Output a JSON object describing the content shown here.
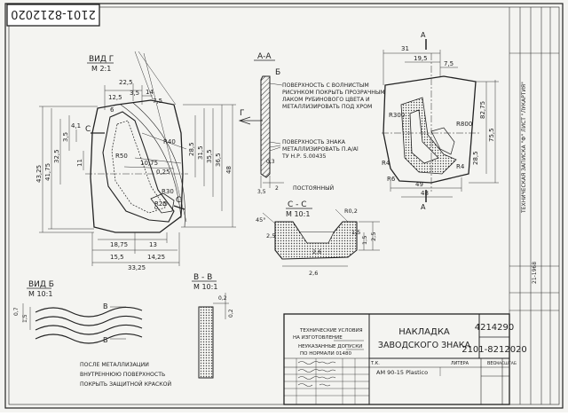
{
  "corner_stamp": "2101-8212020",
  "views": {
    "vid_g": {
      "title": "ВИД Г",
      "scale": "М 2:1"
    },
    "section_aa": {
      "title": "А-А"
    },
    "section_cc": {
      "title": "С - С",
      "scale": "М 10:1"
    },
    "vid_b": {
      "title": "ВИД Б",
      "scale": "М 10:1"
    },
    "section_vv": {
      "title": "В - В",
      "scale": "М 10:1"
    }
  },
  "notes": {
    "surface_wavy": [
      "ПОВЕРХНОСТЬ С ВОЛНИСТЫМ",
      "РИСУНКОМ ПОКРЫТЬ ПРОЗРАЧНЫМ",
      "ЛАКОМ РУБИНОВОГО ЦВЕТА И",
      "МЕТАЛЛИЗИРОВАТЬ ПОД ХРОМ"
    ],
    "surface_sign": [
      "ПОВЕРХНОСТЬ ЗНАКА",
      "МЕТАЛЛИЗИРОВАТЬ П.А/Al",
      "ТУ Н.Р. 5.00435"
    ],
    "constant": "ПОСТОЯННЫЙ",
    "after_metal": [
      "ПОСЛЕ МЕТАЛЛИЗАЦИИ",
      "ВНУТРЕННЮЮ ПОВЕРХНОСТЬ",
      "ПОКРЫТЬ ЗАЩИТНОЙ КРАСКОЙ"
    ],
    "tech": [
      "ТЕХНИЧЕСКИЕ УСЛОВИЯ",
      "НА ИЗГОТОВЛЕНИЕ"
    ],
    "tolerances": [
      "НЕУКАЗАННЫЕ ДОПУСКИ",
      "ПО НОРМАЛИ 01480"
    ]
  },
  "dims": {
    "g_top": [
      "22,5",
      "3,5",
      "14",
      "12,5",
      "7,5",
      "6"
    ],
    "g_left": [
      "43,25",
      "41,75",
      "32,5",
      "3,5",
      "4,1",
      "11"
    ],
    "g_right": [
      "28,5",
      "31,5",
      "35,5",
      "36,5",
      "48"
    ],
    "g_mid": [
      "R40",
      "R50",
      "R25",
      "R30",
      "10,75",
      "0,25"
    ],
    "g_bottom": [
      "18,75",
      "13",
      "15,5",
      "14,25",
      "33,25"
    ],
    "aa": [
      "3,5",
      "2",
      "0,3"
    ],
    "cc": [
      "45°",
      "2,6",
      "2,5",
      "1,5",
      "1,5",
      "2,5",
      "R0,2",
      "2,6"
    ],
    "vb": [
      "0,7",
      "1,5"
    ],
    "vv": [
      "0,2",
      "0,2"
    ],
    "side_top": [
      "31",
      "19,5",
      "7,5"
    ],
    "side": [
      "R800",
      "R300",
      "82,75",
      "28,5",
      "75,5",
      "R4",
      "R4",
      "R6",
      "49",
      "48"
    ]
  },
  "markers": {
    "c": "С",
    "b": "Б",
    "g": "Г",
    "v": "В",
    "a": "А"
  },
  "title_block": {
    "name_line1": "НАКЛАДКА",
    "name_line2": "ЗАВОДСКОГО ЗНАКА",
    "part_no": "4214290",
    "drawing_no": "2101-8212020",
    "material": "AM 90-15 Plastico",
    "hdr_letter": "ЛИТЕРА",
    "hdr_weight": "ВЕС",
    "hdr_scale": "МАСШТАБ",
    "ink": "Т.К."
  },
  "side_strip": {
    "text1": "ТЕХНИЧЕСКАЯ ЗАПИСКА \"Ф\" ЛИСТ \"ЛУКАРТИЯ\"",
    "text2": "21-1968"
  }
}
